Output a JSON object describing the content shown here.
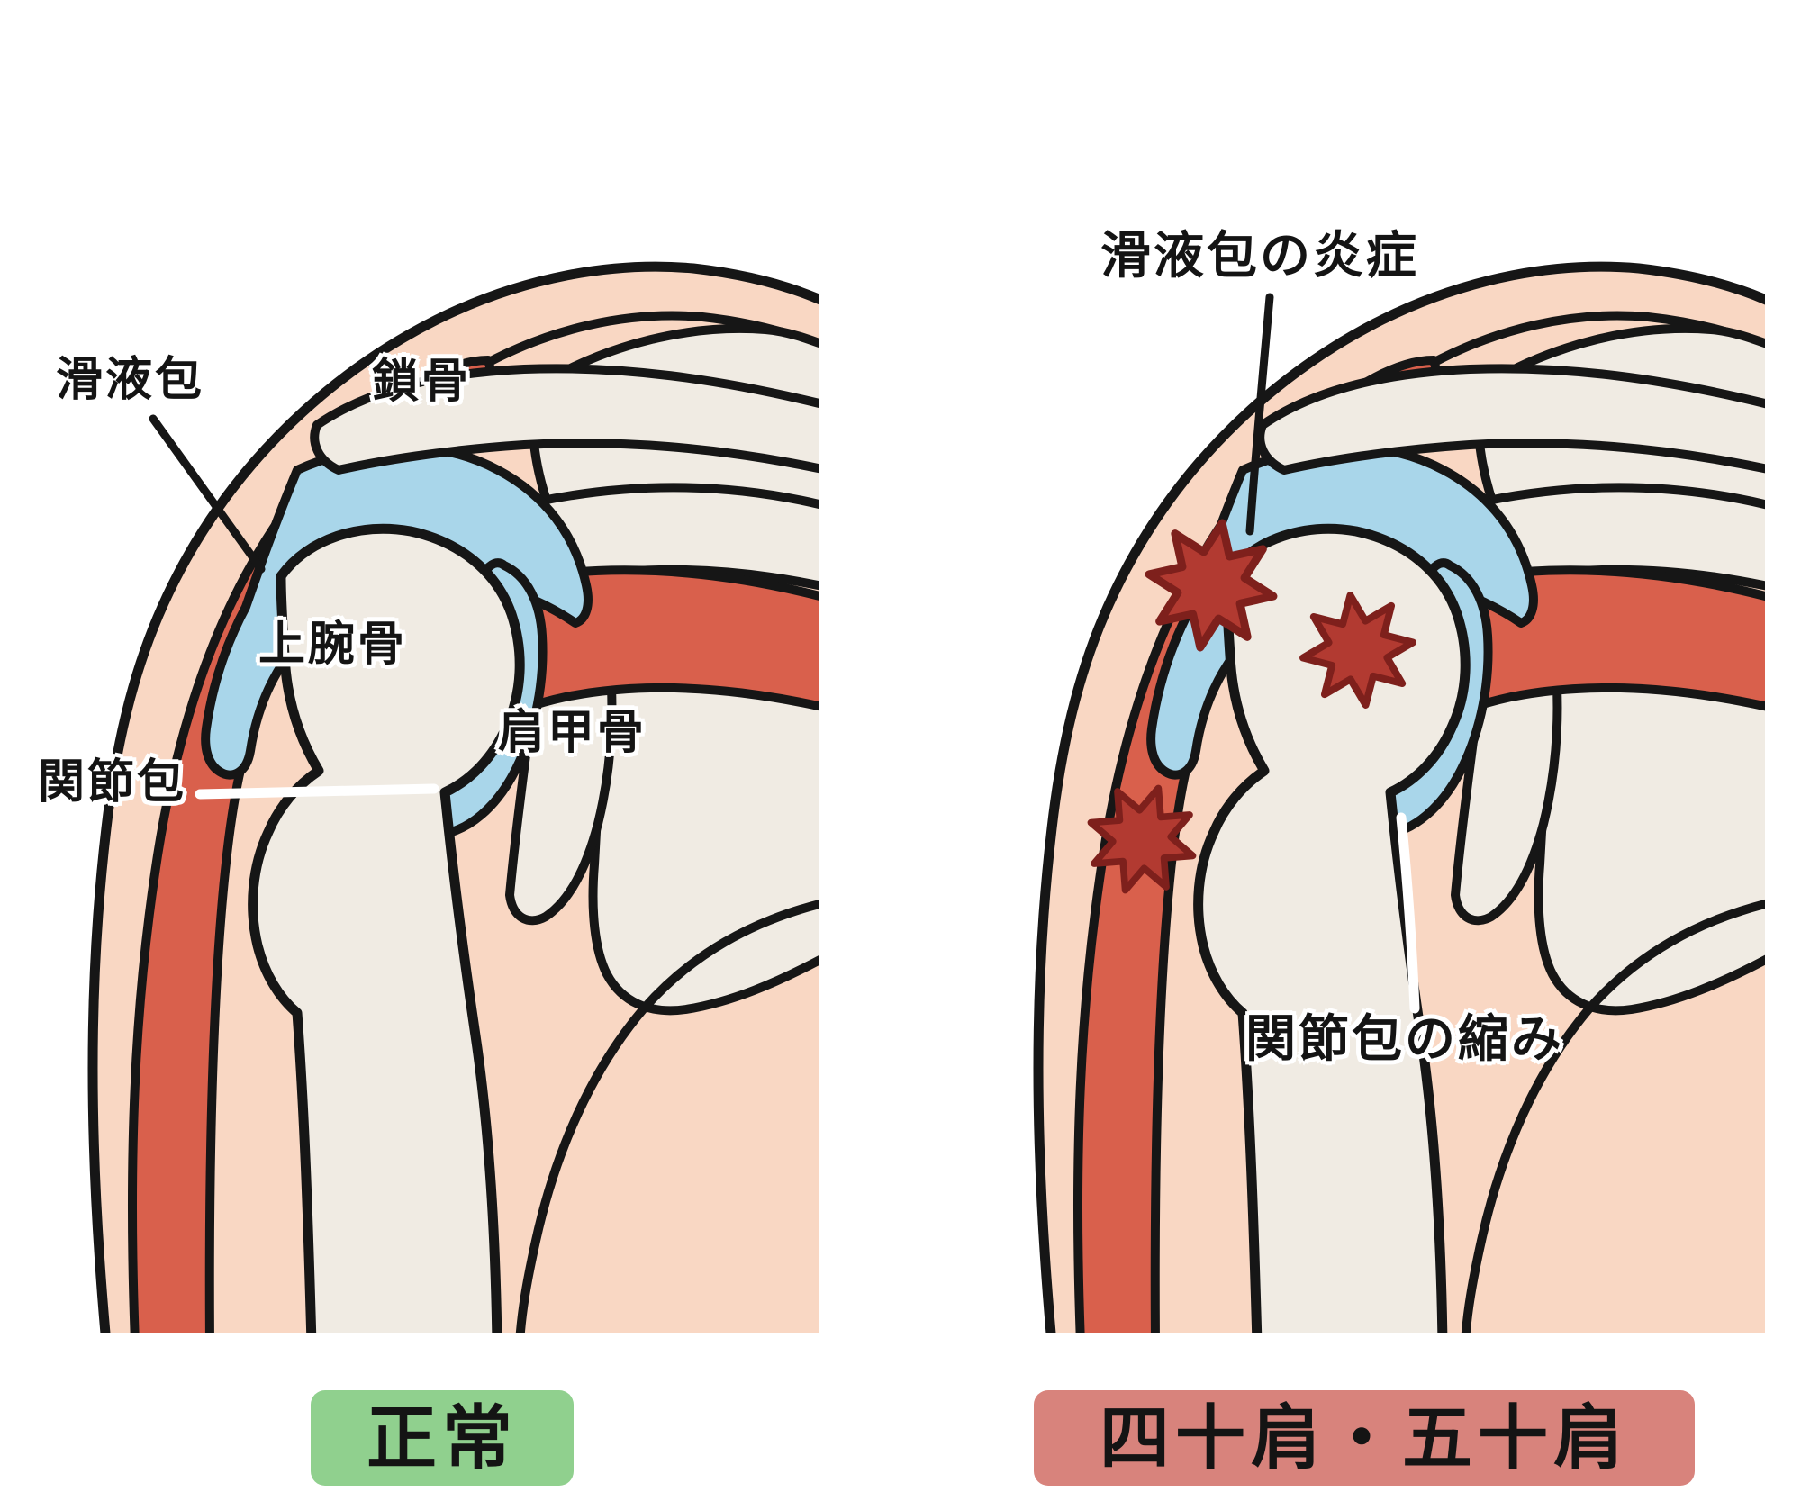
{
  "panels": {
    "normal": {
      "caption": "正常",
      "labels": {
        "bursa": "滑液包",
        "clavicle": "鎖骨",
        "humerus": "上腕骨",
        "scapula": "肩甲骨",
        "joint_capsule": "関節包"
      }
    },
    "frozen": {
      "caption": "四十肩・五十肩",
      "labels": {
        "bursa_inflammation": "滑液包の炎症",
        "capsule_shrink": "関節包の縮み"
      }
    }
  },
  "colors": {
    "skin": "#f9d7c3",
    "muscle": "#d9604c",
    "bone": "#f0ebe3",
    "fluid": "#a9d6ea",
    "outline": "#161616",
    "inflammation": "#b23a31",
    "inflammation_outline": "#7e201c",
    "caption_normal_bg": "#90d08e",
    "caption_frozen_bg": "#d8837c",
    "leader_light": "#ffffff"
  }
}
